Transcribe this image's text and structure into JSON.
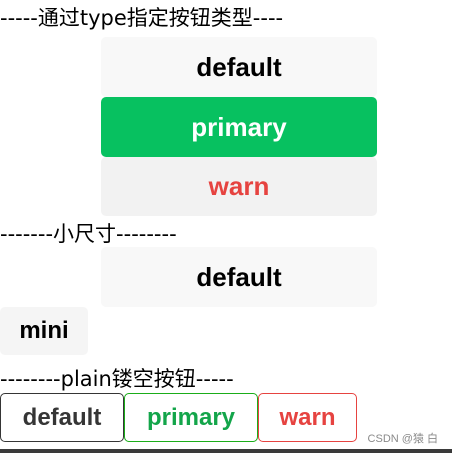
{
  "sections": {
    "types_heading": "-----通过type指定按钮类型----",
    "size_heading": "-------小尺寸--------",
    "plain_heading": "--------plain镂空按钮-----"
  },
  "type_buttons": {
    "default_label": "default",
    "primary_label": "primary",
    "warn_label": "warn"
  },
  "size_buttons": {
    "default_label": "default",
    "mini_label": "mini"
  },
  "plain_buttons": {
    "default_label": "default",
    "primary_label": "primary",
    "warn_label": "warn"
  },
  "watermark": "CSDN @猿 白",
  "colors": {
    "primary": "#07c160",
    "warn": "#e64340",
    "default_bg": "#f8f8f8"
  }
}
